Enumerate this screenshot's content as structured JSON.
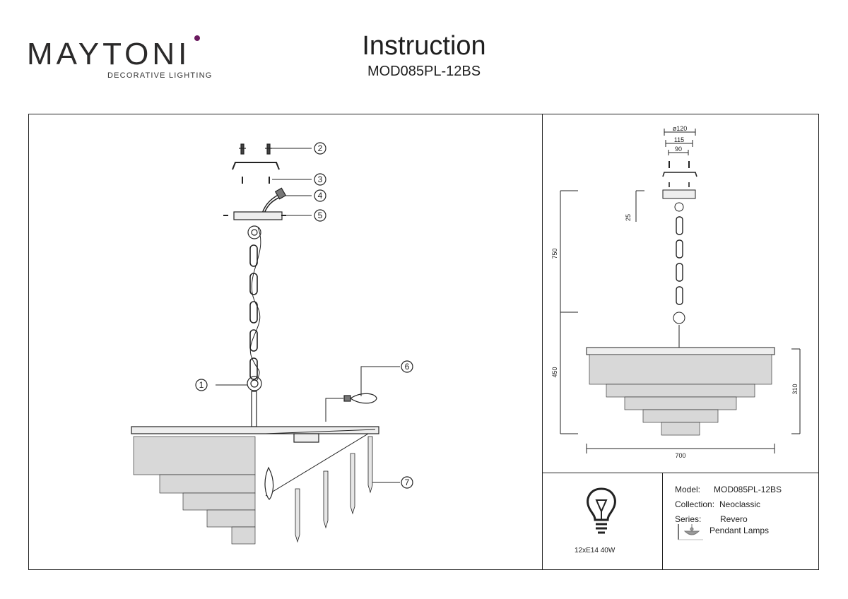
{
  "brand": {
    "name": "MAYTONI",
    "tagline": "DECORATIVE LIGHTING"
  },
  "document": {
    "title": "Instruction",
    "model_code": "MOD085PL-12BS"
  },
  "assembly": {
    "callouts": [
      "1",
      "2",
      "3",
      "4",
      "5",
      "6",
      "7"
    ]
  },
  "dimensions": {
    "canopy_diameter": "ø120",
    "canopy_inner": "115",
    "mount_spacing": "90",
    "canopy_height": "25",
    "max_height": "750",
    "min_height": "450",
    "body_height": "310",
    "width": "700"
  },
  "lamp": {
    "spec": "12xE14 40W"
  },
  "product": {
    "model_label": "Model:",
    "model_value": "MOD085PL-12BS",
    "collection_label": "Collection:",
    "collection_value": "Neoclassic",
    "series_label": "Series:",
    "series_value": "Revero",
    "type_value": "Pendant Lamps"
  },
  "colors": {
    "ink": "#222222",
    "logo_dot": "#6b1a5f"
  }
}
